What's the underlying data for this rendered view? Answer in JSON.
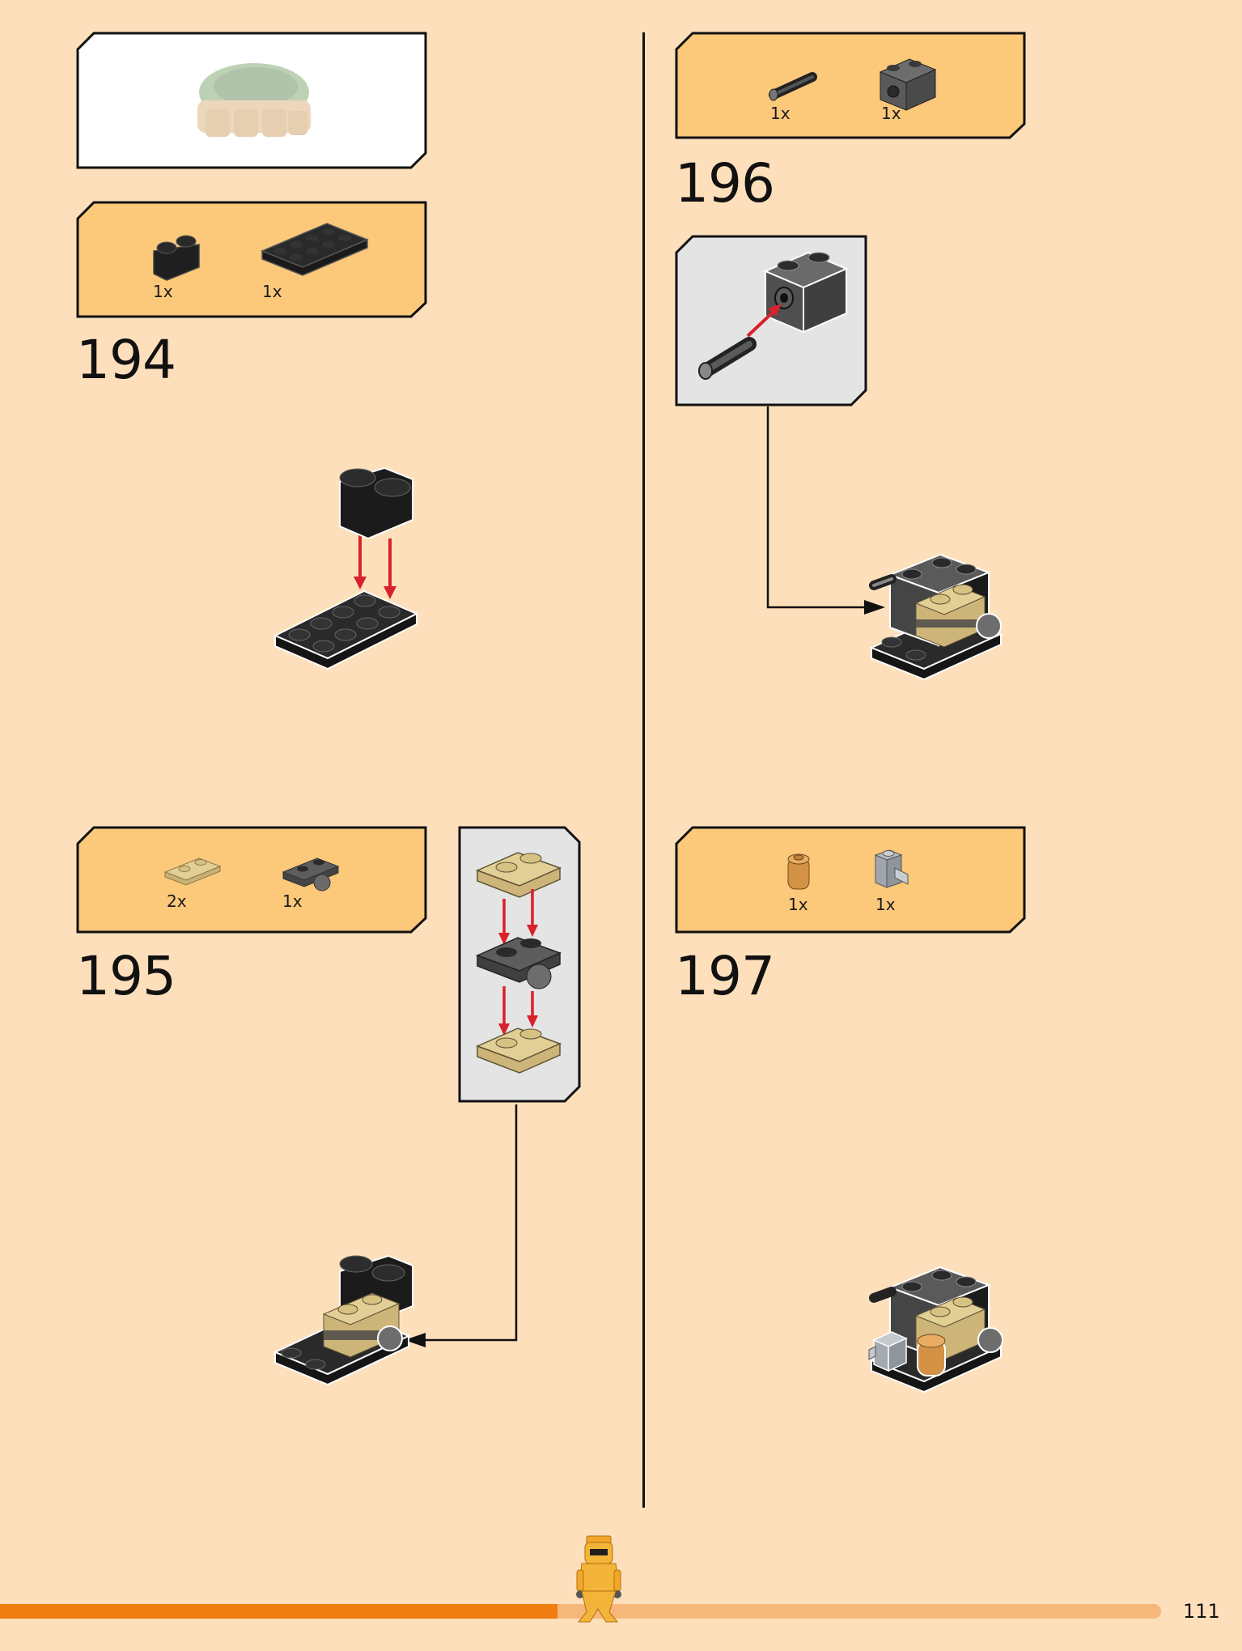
{
  "colors": {
    "page_bg": "#fde0bb",
    "parts_panel_bg": "#fcc87a",
    "subassembly_bg": "#e4e4e4",
    "arrow_red": "#d8212b",
    "progress_done": "#f07d0f",
    "progress_rest": "#f6b77a"
  },
  "steps": [
    {
      "number": "194",
      "parts": [
        {
          "qty": "1x",
          "part": "black brick 1x2 rounded"
        },
        {
          "qty": "1x",
          "part": "black plate 2x4"
        }
      ]
    },
    {
      "number": "195",
      "parts": [
        {
          "qty": "2x",
          "part": "tan plate 1x2"
        },
        {
          "qty": "1x",
          "part": "dark grey plate 1x2 with ball"
        }
      ]
    },
    {
      "number": "196",
      "parts": [
        {
          "qty": "1x",
          "part": "black technic pin"
        },
        {
          "qty": "1x",
          "part": "dark grey technic brick 1x2"
        }
      ]
    },
    {
      "number": "197",
      "parts": [
        {
          "qty": "1x",
          "part": "pearl gold round brick 1x1"
        },
        {
          "qty": "1x",
          "part": "light grey brick 1x1 with clip"
        }
      ]
    }
  ],
  "footer": {
    "page_number": "111",
    "progress": 0.48,
    "mascot": "minifigure-icon"
  }
}
